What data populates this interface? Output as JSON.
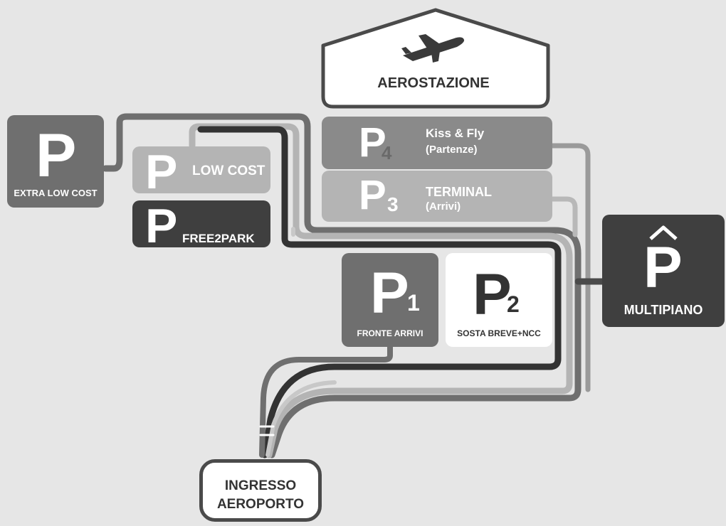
{
  "terminal": {
    "label": "AEROSTAZIONE",
    "icon": "airplane-icon"
  },
  "parkings": {
    "extra_low_cost": {
      "letter": "P",
      "label": "EXTRA LOW COST"
    },
    "low_cost": {
      "letter": "P",
      "label": "LOW COST"
    },
    "free2park": {
      "letter": "P",
      "label": "FREE2PARK"
    },
    "kiss_fly": {
      "letter": "P",
      "subscript": "4",
      "title": "Kiss & Fly",
      "subtitle": "(Partenze)"
    },
    "p3": {
      "letter": "P",
      "subscript": "3",
      "title": "TERMINAL",
      "subtitle": "(Arrivi)"
    },
    "p1": {
      "letter": "P",
      "subscript": "1",
      "label": "FRONTE ARRIVI"
    },
    "p2": {
      "letter": "P",
      "subscript": "2",
      "label": "SOSTA BREVE+NCC"
    },
    "multipiano": {
      "letter": "P",
      "label": "MULTIPIANO"
    }
  },
  "entrance": {
    "line1": "INGRESSO",
    "line2": "AEROPORTO"
  },
  "colors": {
    "background": "#e6e6e6",
    "dark": "#3f3f3f",
    "medium": "#6f6f6f",
    "light": "#a8a8a8",
    "lighter": "#bcbcbc",
    "white": "#ffffff"
  }
}
